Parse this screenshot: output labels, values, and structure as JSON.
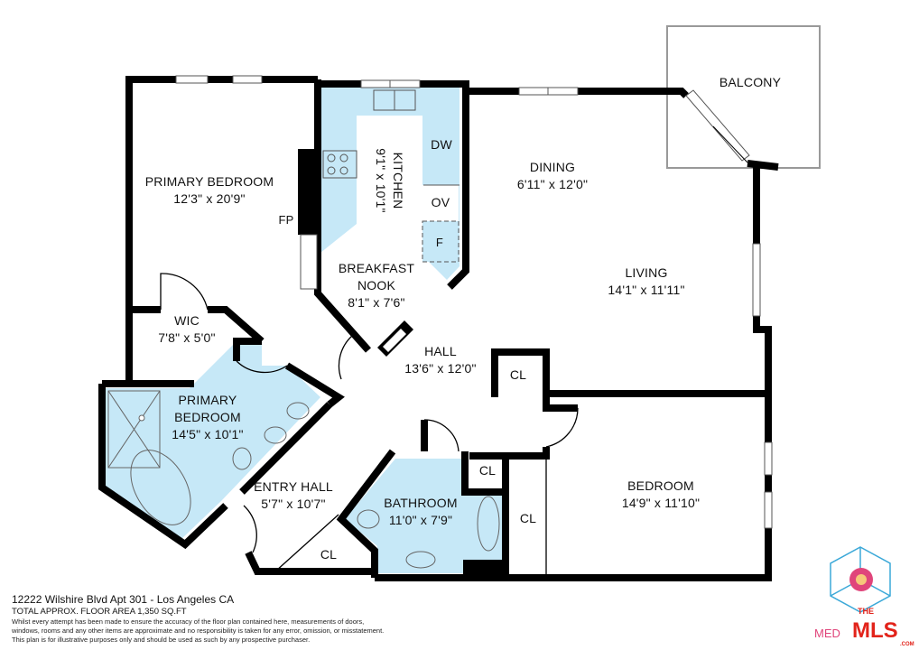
{
  "rooms": {
    "primary_bedroom": {
      "name": "PRIMARY BEDROOM",
      "size": "12'3\" x 20'9\""
    },
    "fireplace": "FP",
    "kitchen": {
      "name": "KITCHEN",
      "size": "9'1\" x 10'1\""
    },
    "dishwasher": "DW",
    "oven": "OV",
    "fridge": "F",
    "breakfast_nook": {
      "name1": "BREAKFAST",
      "name2": "NOOK",
      "size": "8'1\" x 7'6\""
    },
    "dining": {
      "name": "DINING",
      "size": "6'11\" x 12'0\""
    },
    "balcony": {
      "name": "BALCONY"
    },
    "living": {
      "name": "LIVING",
      "size": "14'1\" x 11'11\""
    },
    "wic": {
      "name": "WIC",
      "size": "7'8\" x 5'0\""
    },
    "hall": {
      "name": "HALL",
      "size": "13'6\" x 12'0\""
    },
    "primary_bath": {
      "name1": "PRIMARY",
      "name2": "BEDROOM",
      "size": "14'5\" x 10'1\""
    },
    "entry_hall": {
      "name": "ENTRY HALL",
      "size": "5'7\" x 10'7\""
    },
    "bathroom": {
      "name": "BATHROOM",
      "size": "11'0\" x 7'9\""
    },
    "bedroom": {
      "name": "BEDROOM",
      "size": "14'9\" x 11'10\""
    },
    "closet_label": "CL"
  },
  "footer": {
    "address": "12222 Wilshire Blvd Apt 301 - Los Angeles CA",
    "area": "TOTAL APPROX. FLOOR AREA 1,350 SQ.FT",
    "disclaimer1": "Whilst every attempt has been made to ensure the accuracy of the floor plan contained here, measurements of doors,",
    "disclaimer2": "windows, rooms and any other items are approximate and no responsibility is taken for any error, omission, or misstatement.",
    "disclaimer3": "This plan is for illustrative purposes only and should be used as such by any prospective purchaser."
  },
  "logo": {
    "med": "MED",
    "the": "THE",
    "mls": "MLS",
    "com": ".COM"
  },
  "colors": {
    "wall": "#000000",
    "wet_area": "#c6e8f7",
    "logo_red": "#e2231a",
    "logo_blue": "#3aa8d8",
    "logo_pink": "#e0457b"
  }
}
